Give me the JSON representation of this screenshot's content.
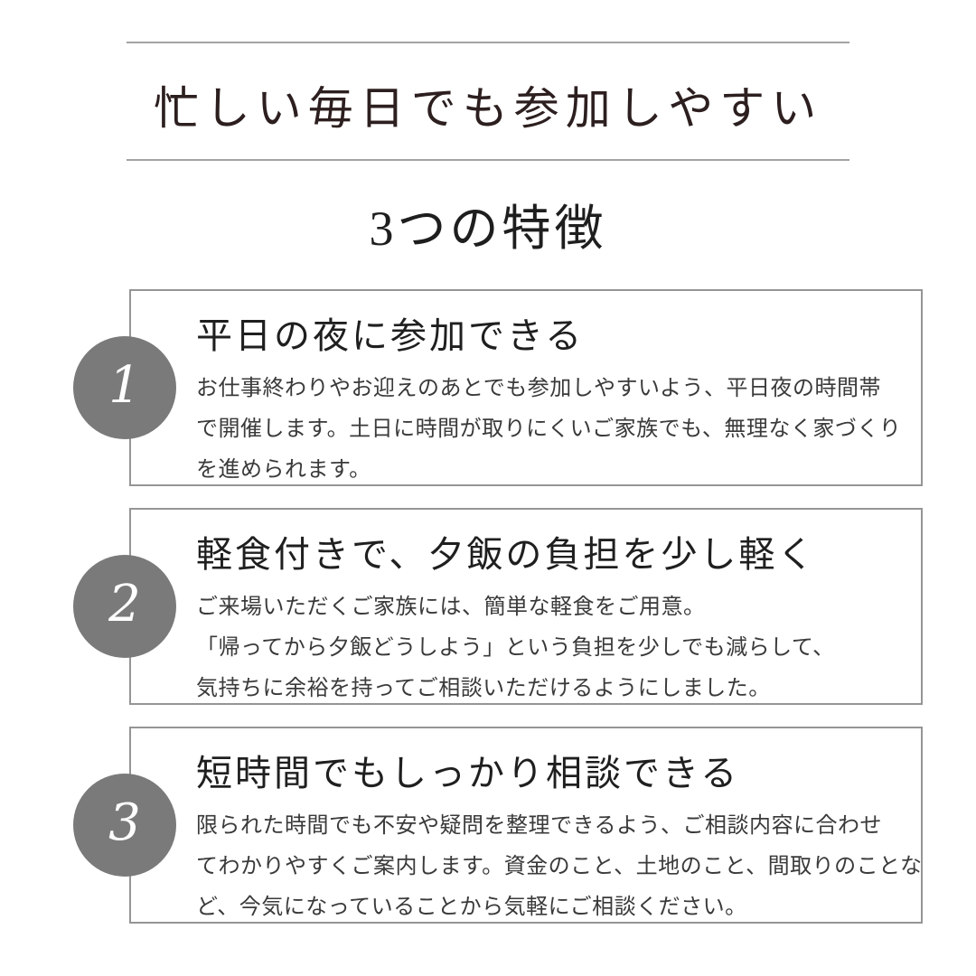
{
  "header": {
    "title": "忙しい毎日でも参加しやすい",
    "subtitle": "3つの特徴"
  },
  "features": [
    {
      "number": "1",
      "title": "平日の夜に参加できる",
      "lines": [
        "お仕事終わりやお迎えのあとでも参加しやすいよう、平日夜の時間帯",
        "で開催します。土日に時間が取りにくいご家族でも、無理なく家づくり",
        "を進められます。"
      ]
    },
    {
      "number": "2",
      "title": "軽食付きで、夕飯の負担を少し軽く",
      "lines": [
        "ご来場いただくご家族には、簡単な軽食をご用意。",
        "「帰ってから夕飯どうしよう」という負担を少しでも減らして、",
        "気持ちに余裕を持ってご相談いただけるようにしました。"
      ]
    },
    {
      "number": "3",
      "title": "短時間でもしっかり相談できる",
      "lines": [
        "限られた時間でも不安や疑問を整理できるよう、ご相談内容に合わせ",
        "てわかりやすくご案内します。資金のこと、土地のこと、間取りのことな",
        "ど、今気になっていることから気軽にご相談ください。"
      ]
    }
  ],
  "colors": {
    "circle_background": "#7a7a7a",
    "circle_number": "#ffffff",
    "main_title_text": "#2d1f1f",
    "heading_text": "#1f1f1f",
    "body_text": "#3a3a3a",
    "rule_line": "#a3a3a3",
    "box_border": "#959595",
    "background": "#ffffff"
  }
}
